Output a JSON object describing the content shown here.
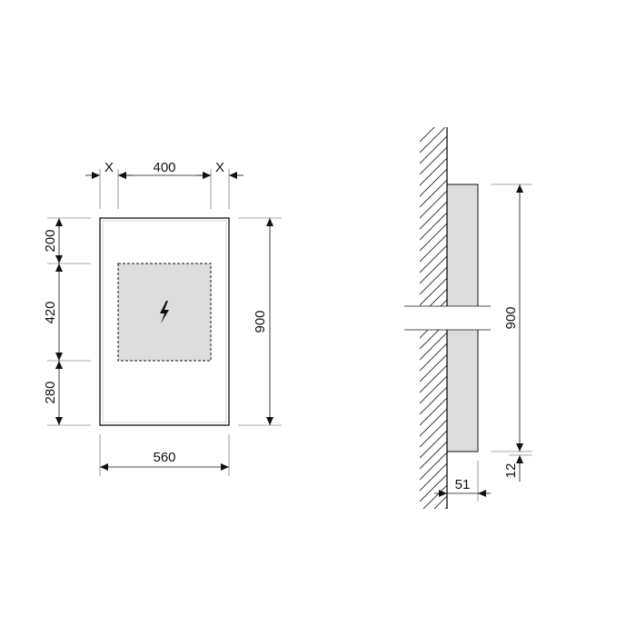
{
  "front_view": {
    "dim_left_gap": "X",
    "dim_top_width": "400",
    "dim_right_gap": "X",
    "dim_top_segment": "200",
    "dim_middle_segment": "420",
    "dim_bottom_segment": "280",
    "dim_total_height": "900",
    "dim_total_width": "560",
    "symbol": "electric-zone-icon"
  },
  "side_view": {
    "dim_height": "900",
    "dim_depth": "51",
    "dim_bottom_offset": "12"
  },
  "colors": {
    "line": "#111111",
    "panel_fill": "#dcdcdc",
    "electric_zone_fill": "#dcdcdc"
  }
}
